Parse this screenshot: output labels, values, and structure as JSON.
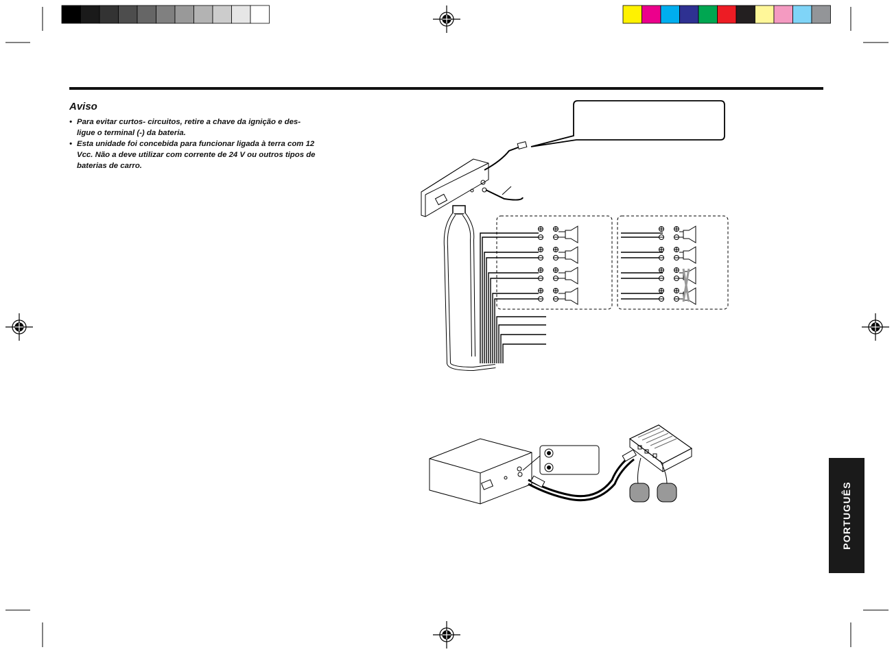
{
  "warning": {
    "title": "Aviso",
    "items": [
      "Para evitar curtos- circuitos, retire a chave da ignição e des- ligue o terminal (-) da bateria.",
      "Esta unidade foi concebida para funcionar ligada à terra com 12 Vcc. Não a deve utilizar com corrente de 24 V ou outros tipos de baterias de carro."
    ]
  },
  "side_tab": {
    "label": "PORTUGUÊS"
  },
  "print_marks": {
    "gray_patches": [
      "#000000",
      "#1a1a1a",
      "#333333",
      "#4d4d4d",
      "#666666",
      "#808080",
      "#999999",
      "#b3b3b3",
      "#cccccc",
      "#e6e6e6",
      "#ffffff"
    ],
    "color_patches": [
      "#fff200",
      "#ec008c",
      "#00aeef",
      "#2e3192",
      "#00a651",
      "#ed1c24",
      "#231f20",
      "#fff799",
      "#f49ac1",
      "#7fd4f7",
      "#939598"
    ]
  }
}
